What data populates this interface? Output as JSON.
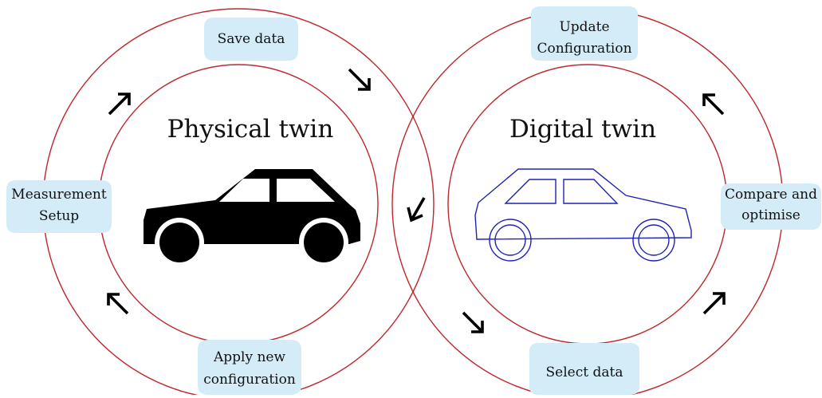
{
  "physical": {
    "title": "Physical twin",
    "nodes": {
      "save": "Save data",
      "measurement": [
        "Measurement",
        "Setup"
      ],
      "apply": [
        "Apply new",
        "configuration"
      ]
    }
  },
  "digital": {
    "title": "Digital twin",
    "nodes": {
      "update": [
        "Update",
        "Configuration"
      ],
      "compare": [
        "Compare and",
        "optimise"
      ],
      "select": "Select data"
    }
  },
  "colors": {
    "ring": "#c0272d",
    "node_fill": "#d3ecf8",
    "physical_car": "#000000",
    "digital_car": "#1f22b4",
    "arrow": "#000000"
  },
  "icons": [
    "car-solid-icon",
    "car-outline-icon",
    "arrow-icon"
  ]
}
